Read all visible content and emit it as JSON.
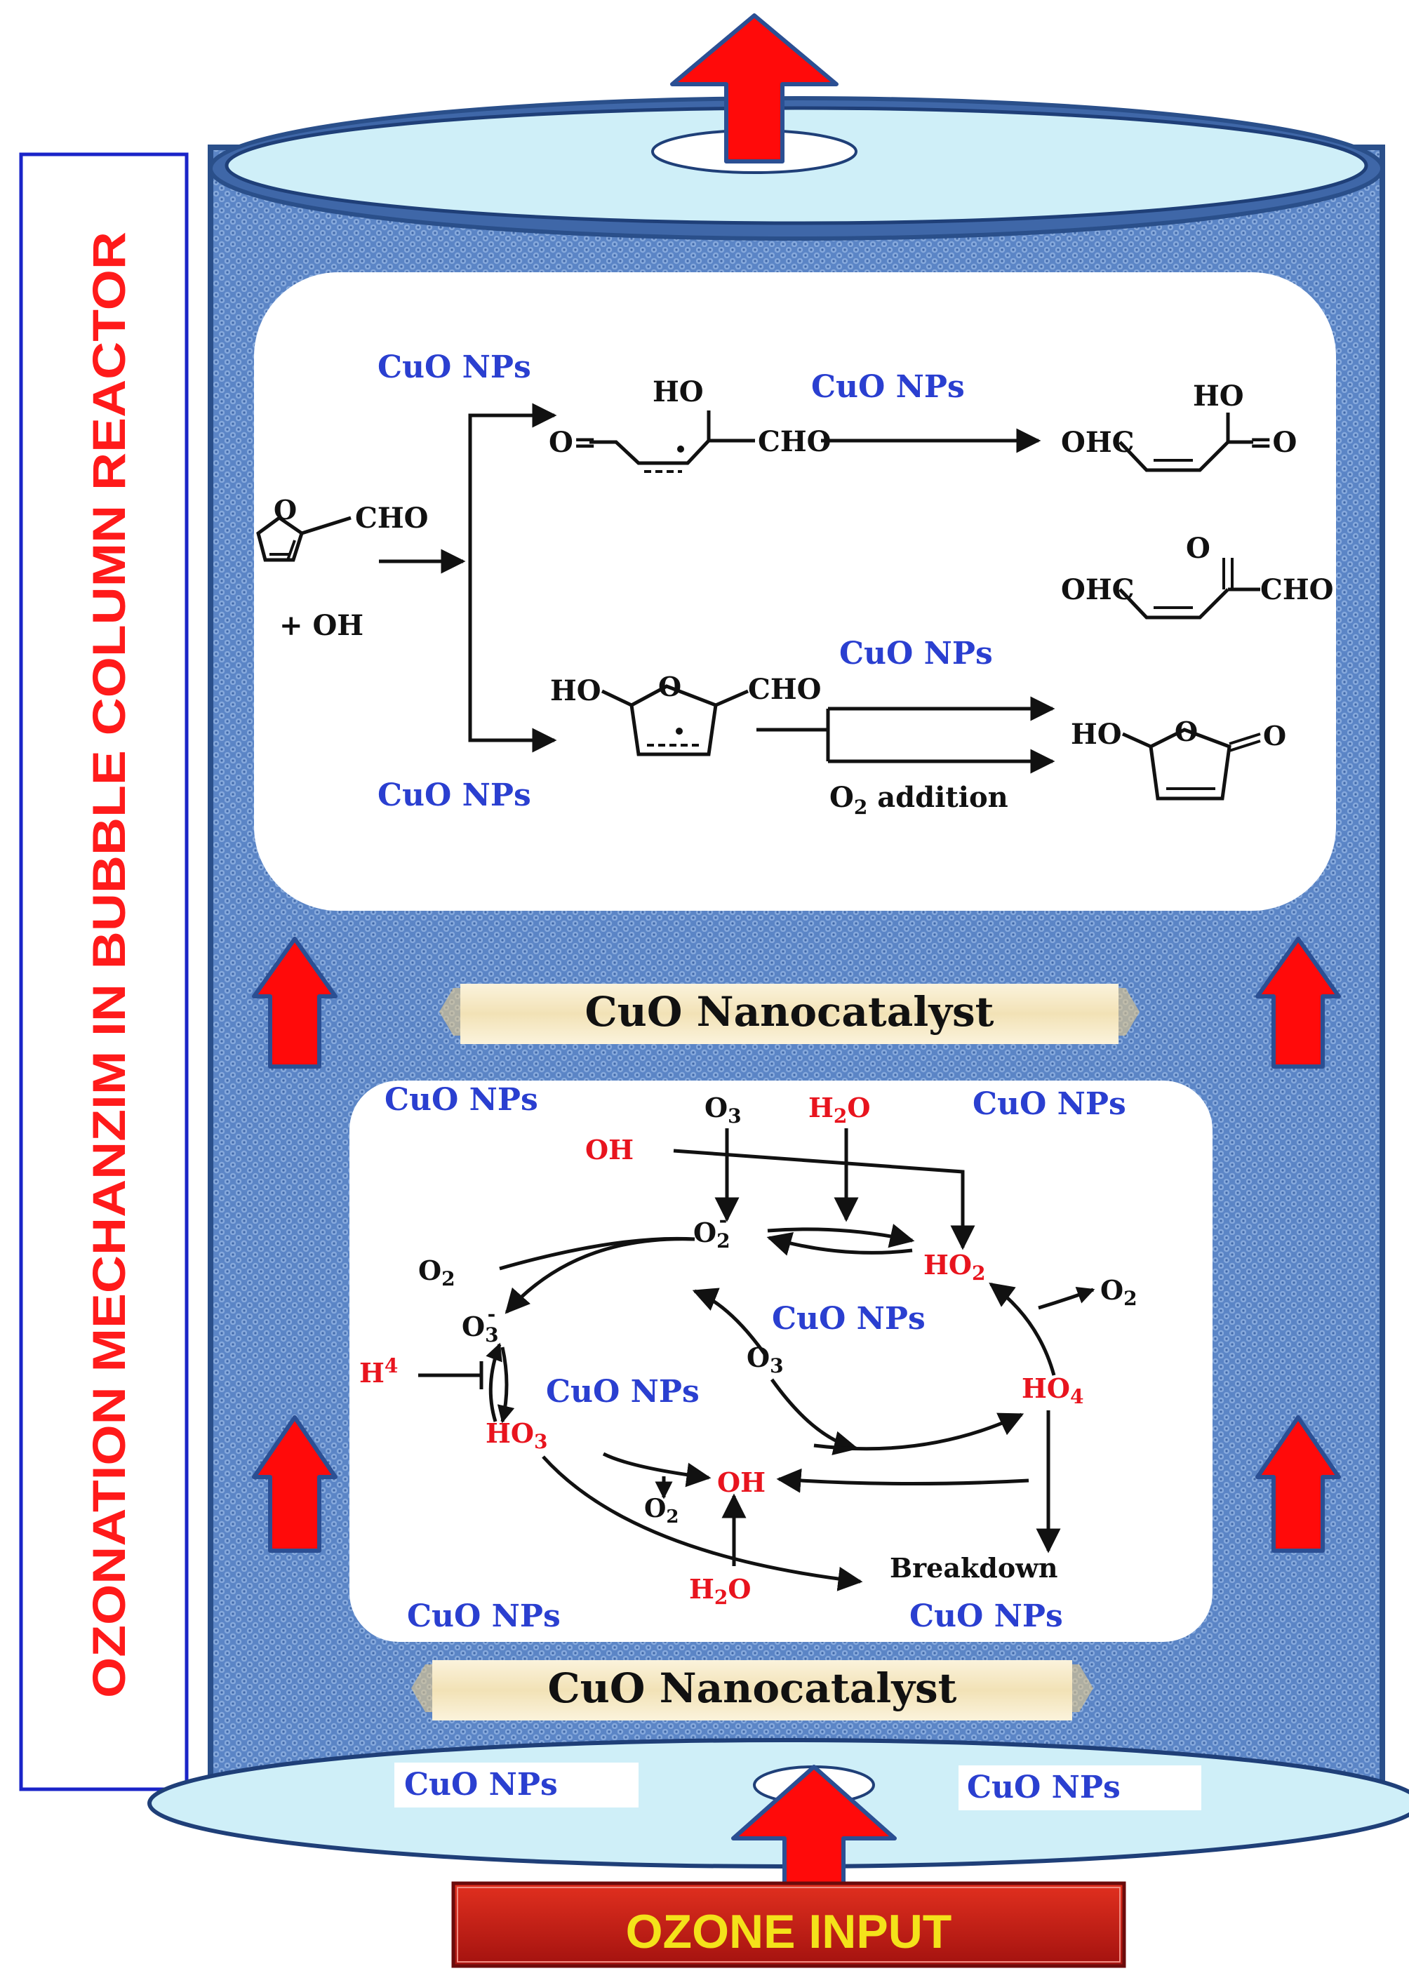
{
  "side_title": "OZONATION MECHANZIM IN BUBBLE COLUMN REACTOR",
  "ozone_input": "OZONE INPUT",
  "band_label_1": "CuO Nanocatalyst",
  "band_label_2": "CuO Nanocatalyst",
  "catalyst_label": "CuO NPs",
  "colors": {
    "cylinder_fill": "#5b85c6",
    "cylinder_edge": "#2a4f8a",
    "cap_fill": "#cfeff8",
    "arrow_fill": "#ff0a0a",
    "arrow_edge": "#2b4f93",
    "catalyst_text": "#2a3fd0",
    "species_red": "#e8141e",
    "title_red": "#ff1a1a",
    "ozone_text": "#f4e21a",
    "ozone_box": "#c8181c"
  },
  "pathway": {
    "furfural_group": "CHO",
    "reagent": "+ OH",
    "upper_intermediate": {
      "carbonyl": "O=",
      "hydroxyl": "HO",
      "aldehyde": "CHO"
    },
    "lower_intermediate": {
      "hydroxyl": "HO",
      "ring_oxygen": "O",
      "aldehyde": "CHO"
    },
    "product_1": {
      "aldehyde": "OHC",
      "hydroxyl": "HO",
      "carbonyl": "=O"
    },
    "product_2": {
      "aldehyde": "OHC",
      "carbonyl": "O",
      "aldehyde_2": "CHO"
    },
    "product_3": {
      "hydroxyl": "HO",
      "ring_oxygen": "O",
      "carbonyl": "O"
    },
    "o2_addition_prefix": "O",
    "o2_addition_sub": "2",
    "o2_addition_suffix": " addition"
  },
  "cycle": {
    "o3_top": {
      "main": "O",
      "sub": "3"
    },
    "h2o_top": {
      "pre": "H",
      "sub": "2",
      "post": "O"
    },
    "oh_top": "OH",
    "o2_minus": {
      "main": "O",
      "sub": "2",
      "sup": "-"
    },
    "ho2": {
      "main": "HO",
      "sub": "2"
    },
    "o2_left": {
      "main": "O",
      "sub": "2"
    },
    "o2_right": {
      "main": "O",
      "sub": "2"
    },
    "o3_minus": {
      "main": "O",
      "sub": "3",
      "sup": "-"
    },
    "o3_center": {
      "main": "O",
      "sub": "3"
    },
    "h4": {
      "main": "H",
      "sup": "4"
    },
    "ho3": {
      "main": "HO",
      "sub": "3"
    },
    "ho4": {
      "main": "HO",
      "sub": "4"
    },
    "oh_bottom": "OH",
    "o2_bottom": {
      "main": "O",
      "sub": "2"
    },
    "h2o_bottom": {
      "pre": "H",
      "sub": "2",
      "post": "O"
    },
    "breakdown": "Breakdown"
  }
}
